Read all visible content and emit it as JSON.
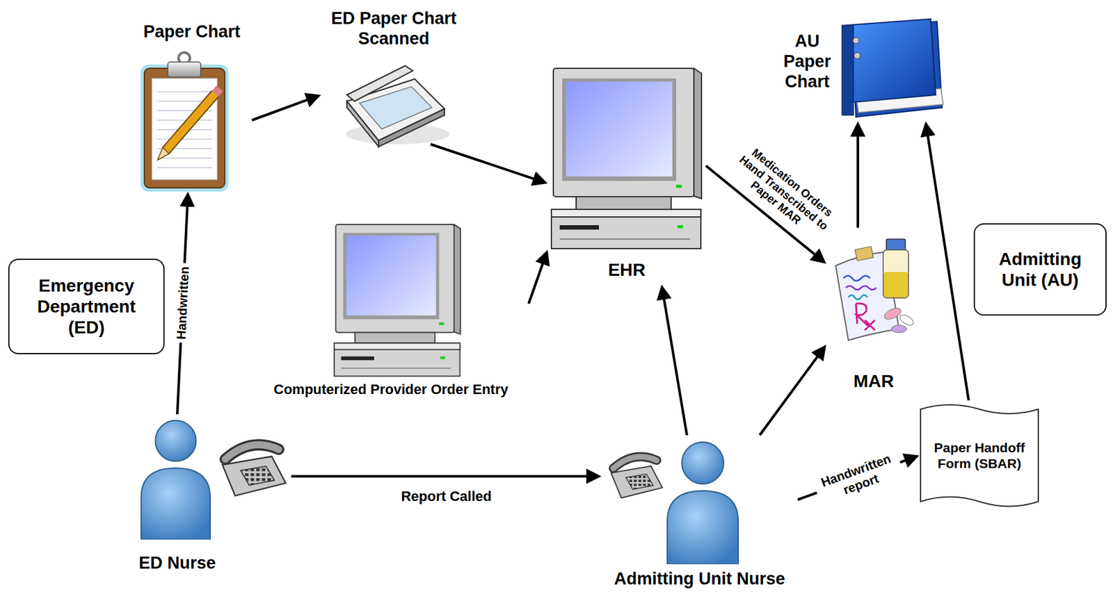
{
  "diagram": {
    "nodes": [
      {
        "text": [
          "Paper Chart"
        ]
      },
      {
        "text": [
          "ED Paper Chart Scanned"
        ]
      },
      {
        "text": [
          "EHR"
        ]
      },
      {
        "text": [
          "AU Paper Chart"
        ]
      },
      {
        "text": [
          "Admitting Unit (AU)"
        ]
      },
      {
        "text": [
          "Emergency Department (ED)"
        ]
      },
      {
        "text": [
          "Computerized Provider Order Entry"
        ]
      },
      {
        "text": [
          "MAR"
        ]
      },
      {
        "text": [
          "ED Nurse"
        ]
      },
      {
        "text": [
          "Admitting Unit Nurse"
        ]
      },
      {
        "text": [
          "Paper Handoff Form (SBAR)"
        ]
      }
    ],
    "edges": [
      {
        "from": 8,
        "to": 0,
        "label": "Handwritten",
        "arrow": "to"
      },
      {
        "from": 0,
        "to": 1,
        "arrow": "to"
      },
      {
        "from": 1,
        "to": 2,
        "arrow": "to"
      },
      {
        "from": 6,
        "to": 2,
        "arrow": "to"
      },
      {
        "from": 2,
        "to": 7,
        "label": "Medication Orders Hand Transcribed to Paper MAR",
        "arrow": "to"
      },
      {
        "from": 7,
        "to": 3,
        "arrow": "to"
      },
      {
        "from": 10,
        "to": 3,
        "arrow": "to"
      },
      {
        "from": 8,
        "to": 9,
        "label": "Report Called",
        "arrow": "to"
      },
      {
        "from": 9,
        "to": 2,
        "arrow": "to"
      },
      {
        "from": 9,
        "to": 7,
        "arrow": "to"
      },
      {
        "from": 9,
        "to": 10,
        "label": "Handwritten report",
        "arrow": "to"
      }
    ]
  }
}
